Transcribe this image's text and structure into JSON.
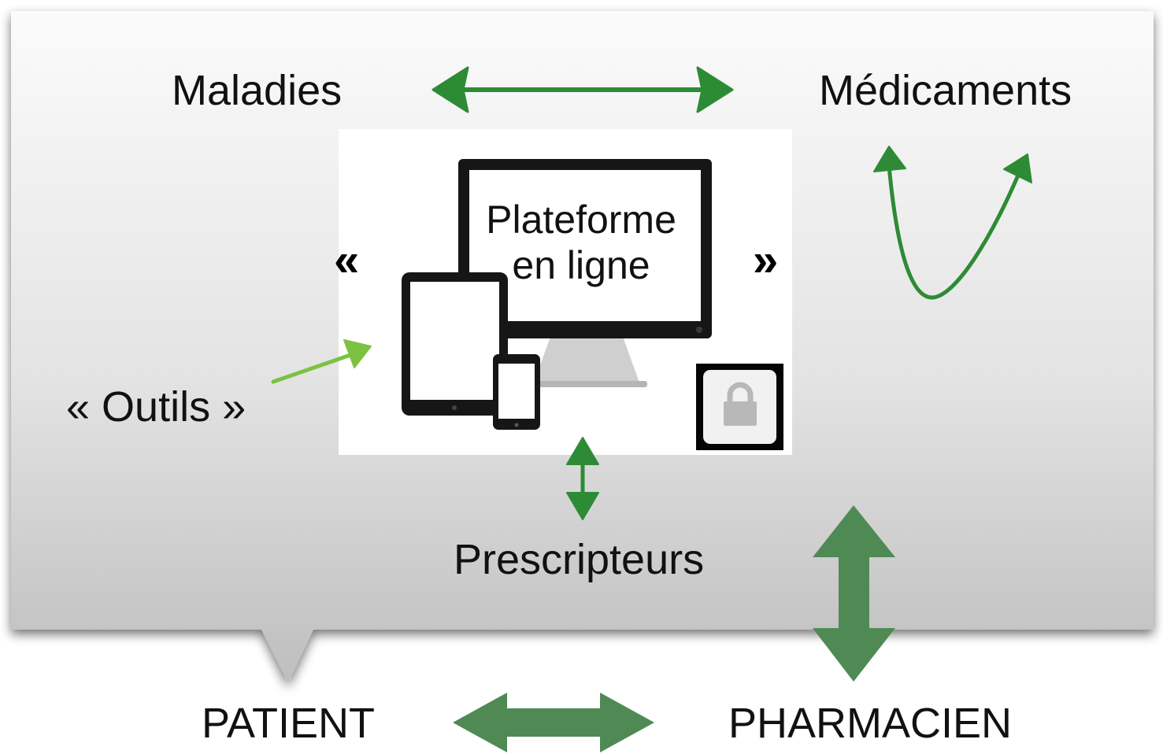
{
  "diagram": {
    "nodes": {
      "maladies": "Maladies",
      "medicaments": "Médicaments",
      "outils": "« Outils »",
      "prescripteurs": "Prescripteurs",
      "patient": "PATIENT",
      "pharmacien": "PHARMACIEN"
    },
    "platform": {
      "line1": "Plateforme",
      "line2": "en ligne",
      "open_quote": "«",
      "close_quote": "»"
    },
    "icons": [
      "desktop-monitor-icon",
      "tablet-icon",
      "smartphone-icon",
      "lock-icon"
    ],
    "colors": {
      "bright_green_arrow": "#2e8b35",
      "light_green_arrow": "#7cc242",
      "muted_green_arrow": "#4f8a55",
      "bubble_top": "#fbfbfb",
      "bubble_bottom": "#bdbdbd"
    }
  }
}
